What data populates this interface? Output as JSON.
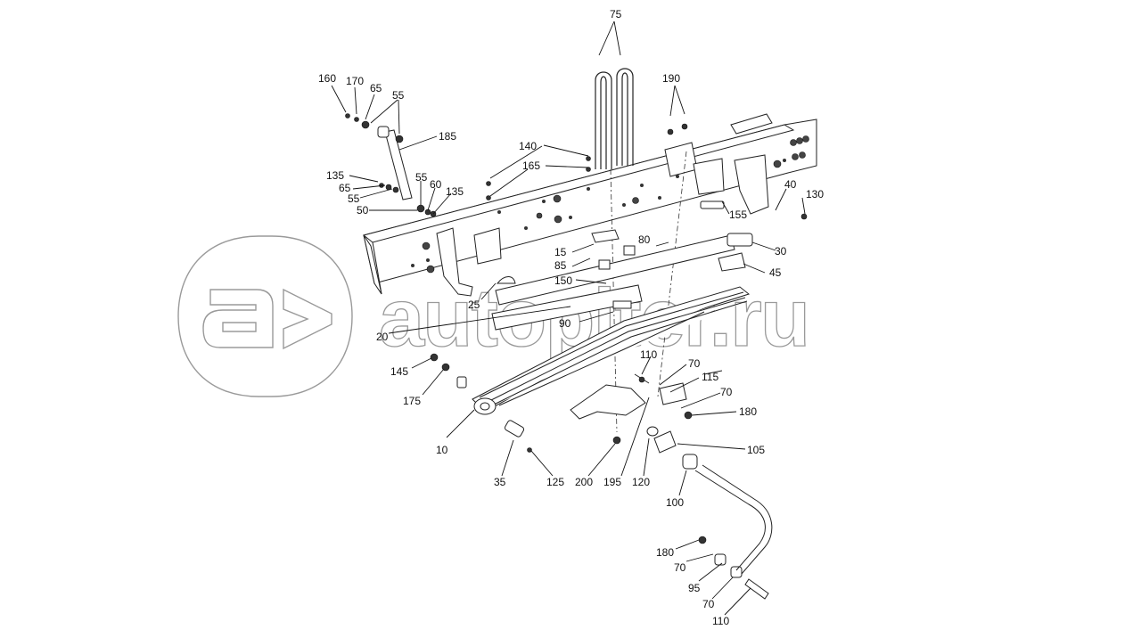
{
  "watermark": {
    "logo_glyphs": "a>",
    "text": "autopiter.ru"
  },
  "callouts": [
    "75",
    "190",
    "160",
    "170",
    "65",
    "55",
    "185",
    "140",
    "165",
    "135",
    "65",
    "55",
    "55",
    "60",
    "135",
    "50",
    "40",
    "130",
    "155",
    "80",
    "30",
    "15",
    "85",
    "45",
    "150",
    "25",
    "20",
    "90",
    "110",
    "70",
    "115",
    "70",
    "180",
    "145",
    "175",
    "10",
    "105",
    "35",
    "125",
    "200",
    "195",
    "120",
    "100",
    "180",
    "70",
    "95",
    "70",
    "110"
  ]
}
